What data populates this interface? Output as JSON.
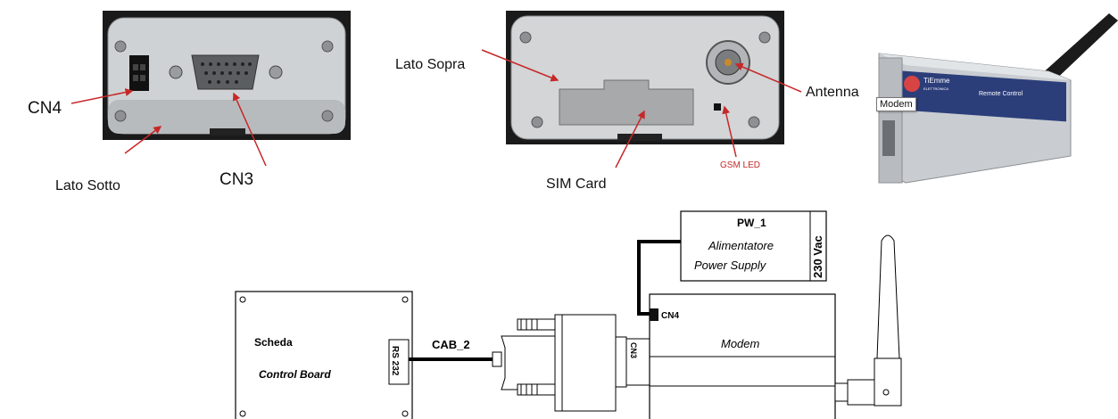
{
  "photos": {
    "bottom_side": {
      "cn4_label": "CN4",
      "cn3_label": "CN3",
      "side_label": "Lato Sotto"
    },
    "top_side": {
      "side_label": "Lato Sopra",
      "antenna_label": "Antenna",
      "sim_label": "SIM Card",
      "led_label": "GSM LED"
    },
    "modem_photo": {
      "brand": "TiEmme",
      "brand_sub": "ELETTRONICA",
      "product": "Remote Control",
      "tooltip": "Modem"
    }
  },
  "diagram": {
    "power_supply": {
      "id": "PW_1",
      "line1": "Alimentatore",
      "line2": "Power Supply",
      "voltage": "230 Vac"
    },
    "board": {
      "line1": "Scheda",
      "line2": "Control Board",
      "port": "RS 232"
    },
    "cable": "CAB_2",
    "modem": {
      "label": "Modem",
      "power_port": "CN4",
      "serial_port": "CN3"
    }
  },
  "colors": {
    "accent_red": "#c62828",
    "device_dark": "#1b1b1b",
    "device_metal": "#c9cdd1"
  }
}
